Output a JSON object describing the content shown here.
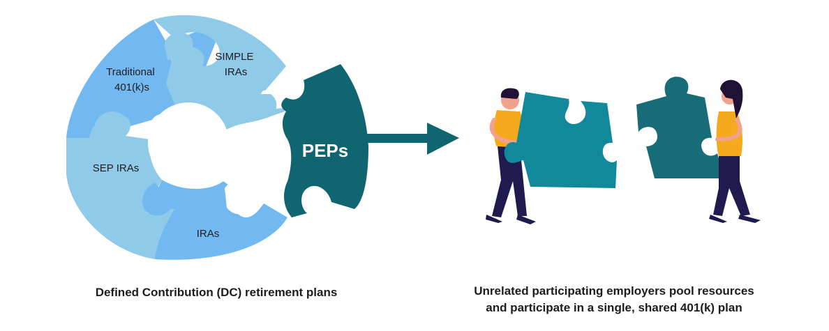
{
  "segments": [
    {
      "key": "traditional",
      "lines": [
        "Traditional",
        "401(k)s"
      ]
    },
    {
      "key": "simple",
      "lines": [
        "SIMPLE",
        "IRAs"
      ]
    },
    {
      "key": "sep",
      "lines": [
        "SEP IRAs"
      ]
    },
    {
      "key": "iras",
      "lines": [
        "IRAs"
      ]
    }
  ],
  "highlight_piece": "PEPs",
  "captions": {
    "left": "Defined Contribution (DC) retirement plans",
    "right": [
      "Unrelated participating employers pool resources",
      "and participate in a single, shared 401(k) plan"
    ]
  },
  "colors": {
    "tone_light": "#8fcae9",
    "tone_mid": "#72b9f2",
    "tone_pale": "#a3d5ea",
    "peps_teal": "#0f6670",
    "puzzle_teal_a": "#11899a",
    "puzzle_teal_b": "#186c77",
    "skin": "#f2a28a",
    "shirt": "#f5a91d",
    "pants": "#1f1b4f",
    "hair": "#1f1235",
    "text_dark": "#1d1d1f"
  }
}
